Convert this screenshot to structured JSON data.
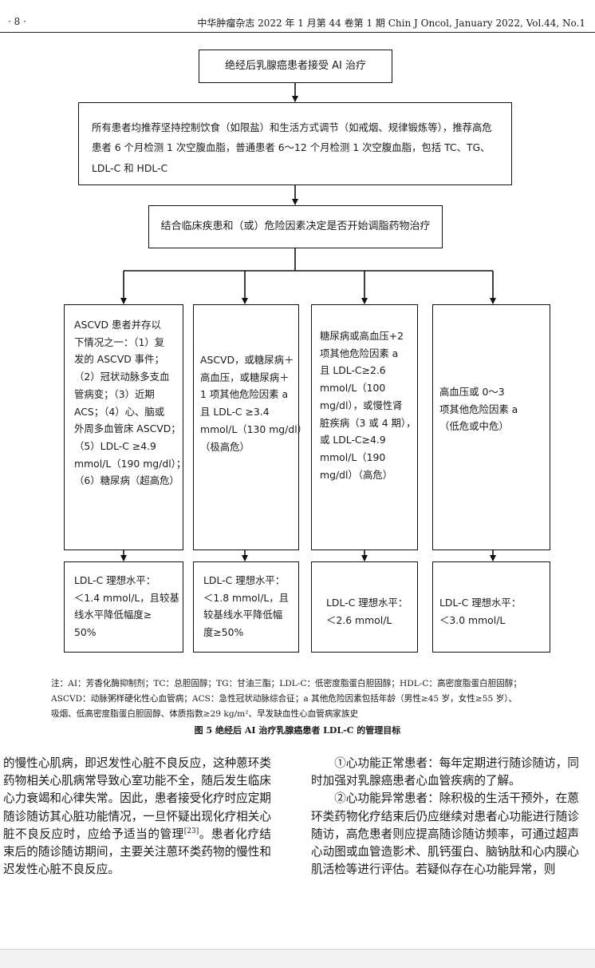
{
  "header": {
    "page_number": "· 8 ·",
    "journal": "中华肿瘤杂志 2022 年 1 月第 44 卷第 1 期   Chin J Oncol, January 2022, Vol.44, No.1"
  },
  "flowchart": {
    "top": "绝经后乳腺癌患者接受 AI 治疗",
    "second": "所有患者均推荐坚持控制饮食（如限盐）和生活方式调节（如戒烟、规律锻炼等），推荐高危患者 6 个月检测 1 次空腹血脂，普通患者 6～12 个月检测 1 次空腹血脂，包括 TC、TG、LDL-C 和 HDL-C",
    "third": "结合临床疾患和（或）危险因素决定是否开始调脂药物治疗",
    "columns": [
      {
        "criteria": [
          "ASCVD 患者并存以",
          "下情况之一：（1）复",
          "发的 ASCVD 事件；",
          "（2）冠状动脉多支血",
          "管病变；（3）近期",
          "ACS；（4）心、脑或",
          "外周多血管床 ASCVD；",
          "（5）LDL-C ≥4.9",
          "mmol/L（190 mg/dl）；",
          "（6）糖尿病（超高危）"
        ],
        "target": [
          "LDL-C 理想水平：",
          "＜1.4 mmol/L，且较基",
          "线水平降低幅度≥",
          "50%"
        ]
      },
      {
        "criteria": [
          "ASCVD，或糖尿病＋",
          "高血压，或糖尿病＋",
          "1 项其他危险因素 a",
          "且 LDL-C ≥3.4",
          "mmol/L（130 mg/dl）",
          "（极高危）"
        ],
        "target": [
          "LDL-C 理想水平：",
          "＜1.8 mmol/L，且",
          "较基线水平降低幅",
          "度≥50%"
        ]
      },
      {
        "criteria": [
          "糖尿病或高血压+2",
          "项其他危险因素 a",
          "且 LDL-C≥2.6",
          "mmol/L（100",
          "mg/dl），或慢性肾",
          "脏疾病（3 或 4 期），",
          "或 LDL-C≥4.9",
          "mmol/L（190",
          "mg/dl）（高危）"
        ],
        "target": [
          "LDL-C 理想水平：",
          "＜2.6 mmol/L"
        ]
      },
      {
        "criteria": [
          "高血压或 0～3",
          "项其他危险因素 a",
          "（低危或中危）"
        ],
        "target": [
          "LDL-C 理想水平：",
          "＜3.0 mmol/L"
        ]
      }
    ]
  },
  "notes": [
    "注：AI：芳香化酶抑制剂；TC：总胆固醇；TG：甘油三酯；LDL-C：低密度脂蛋白胆固醇；HDL-C：高密度脂蛋白胆固醇；",
    "ASCVD：动脉粥样硬化性心血管病；ACS：急性冠状动脉综合征；a 其他危险因素包括年龄（男性≥45 岁，女性≥55 岁）、",
    "吸烟、低高密度脂蛋白胆固醇、体质指数≥29 kg/m²、早发缺血性心血管病家族史"
  ],
  "caption": "图 5  绝经后 AI 治疗乳腺癌患者 LDL-C 的管理目标",
  "body": {
    "left_paragraph": "的慢性心肌病，即迟发性心脏不良反应，这种蒽环类药物相关心肌病常导致心室功能不全，随后发生临床心力衰竭和心律失常。因此，患者接受化疗时应定期随诊随访其心脏功能情况，一旦怀疑出现化疗相关心脏不良反应时，应给予适当的管理",
    "left_ref": "[23]",
    "left_paragraph_end": "。患者化疗结束后的随诊随访期间，主要关注蒽环类药物的慢性和迟发性心脏不良反应。",
    "right_para1": "①心功能正常患者：每年定期进行随诊随访，同时加强对乳腺癌患者心血管疾病的了解。",
    "right_para2": "②心功能异常患者：除积极的生活干预外，在蒽环类药物化疗结束后仍应继续对患者心功能进行随诊随访，高危患者则应提高随诊随访频率，可通过超声心动图或血管造影术、肌钙蛋白、脑钠肽和心内膜心肌活检等进行评估。若疑似存在心功能异常，则"
  }
}
